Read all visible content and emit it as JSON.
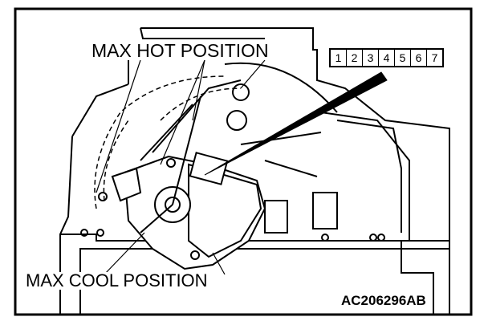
{
  "labels": {
    "max_hot": "MAX HOT POSITION",
    "max_cool": "MAX COOL POSITION",
    "figure_code": "AC206296AB"
  },
  "connector": {
    "pins": [
      "1",
      "2",
      "3",
      "4",
      "5",
      "6",
      "7"
    ]
  },
  "colors": {
    "line": "#000000",
    "background": "#ffffff"
  }
}
